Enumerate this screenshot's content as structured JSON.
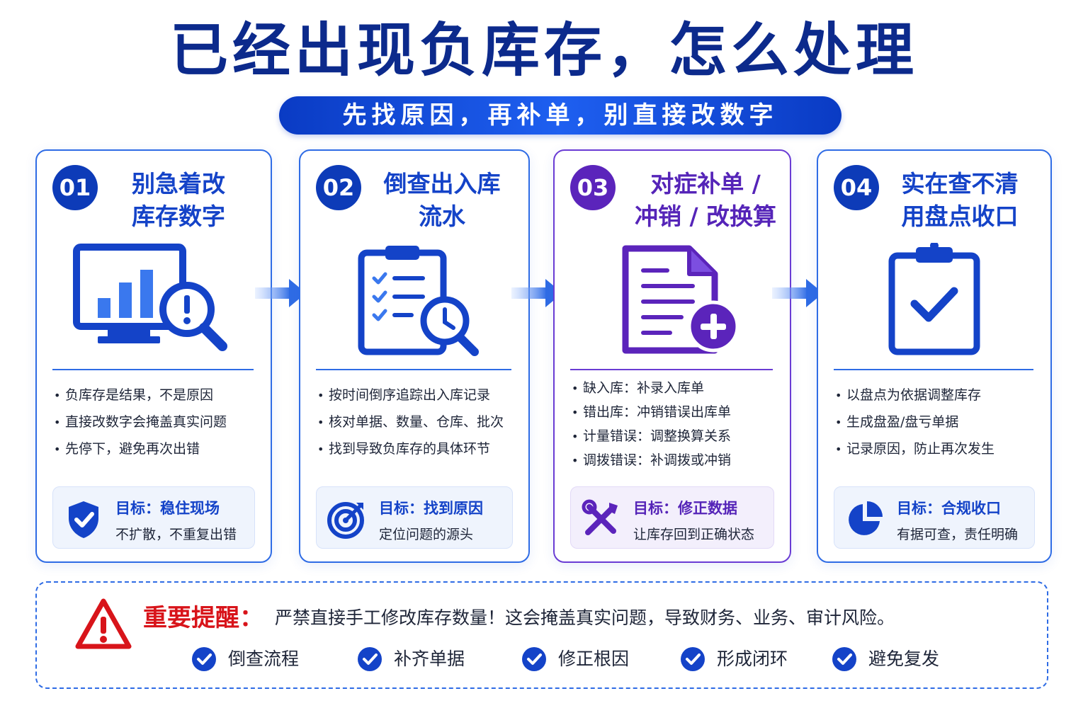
{
  "title": "已经出现负库存，怎么处理",
  "subtitle": "先找原因，再补单，别直接改数字",
  "cards": [
    {
      "num": "01",
      "title_line1": "别急着改",
      "title_line2": "库存数字",
      "icon": "monitor-chart-alert-icon",
      "bullets": [
        "负库存是结果，不是原因",
        "直接改数字会掩盖真实问题",
        "先停下，避免再次出错"
      ],
      "goal_title": "目标：稳住现场",
      "goal_desc": "不扩散，不重复出错",
      "goal_icon": "shield-check-icon"
    },
    {
      "num": "02",
      "title_line1": "倒查出入库",
      "title_line2": "流水",
      "icon": "clipboard-clock-search-icon",
      "bullets": [
        "按时间倒序追踪出入库记录",
        "核对单据、数量、仓库、批次",
        "找到导致负库存的具体环节"
      ],
      "goal_title": "目标：找到原因",
      "goal_desc": "定位问题的源头",
      "goal_icon": "target-icon"
    },
    {
      "num": "03",
      "title_line1": "对症补单 /",
      "title_line2": "冲销 / 改换算",
      "icon": "document-add-icon",
      "bullets": [
        "缺入库：补录入库单",
        "错出库：冲销错误出库单",
        "计量错误：调整换算关系",
        "调拨错误：补调拨或冲销"
      ],
      "goal_title": "目标：修正数据",
      "goal_desc": "让库存回到正确状态",
      "goal_icon": "tools-icon"
    },
    {
      "num": "04",
      "title_line1": "实在查不清",
      "title_line2": "用盘点收口",
      "icon": "clipboard-check-icon",
      "bullets": [
        "以盘点为依据调整库存",
        "生成盘盈/盘亏单据",
        "记录原因，防止再次发生"
      ],
      "goal_title": "目标：合规收口",
      "goal_desc": "有据可查，责任明确",
      "goal_icon": "pie-chart-icon"
    }
  ],
  "warning": {
    "label": "重要提醒：",
    "text": "严禁直接手工修改库存数量！这会掩盖真实问题，导致财务、业务、审计风险。",
    "checks": [
      "倒查流程",
      "补齐单据",
      "修正根因",
      "形成闭环",
      "避免复发"
    ]
  },
  "colors": {
    "primary": "#0d3bb8",
    "accent": "#2f6ce5",
    "purple": "#5b24bb",
    "warning": "#d8141a"
  }
}
